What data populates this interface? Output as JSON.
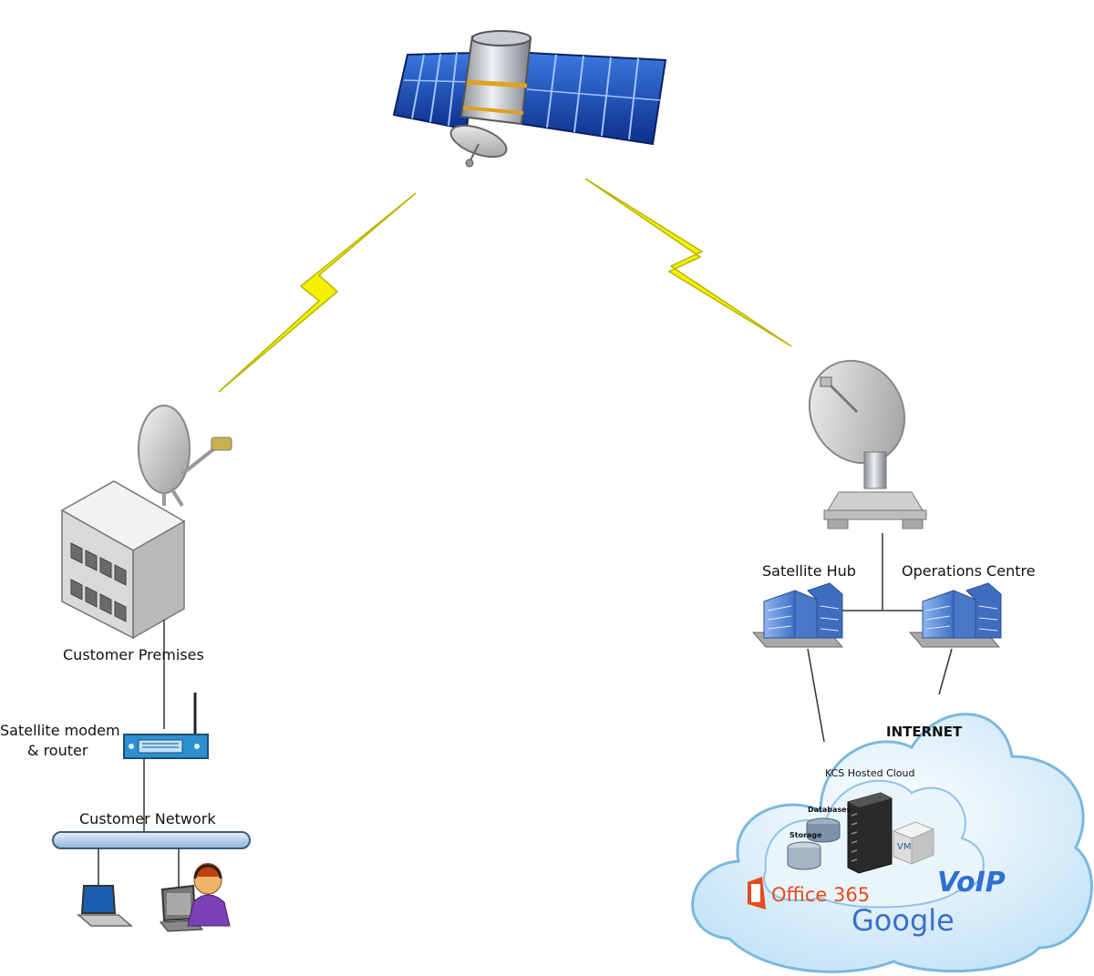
{
  "labels": {
    "customer_premises": "Customer Premises",
    "satellite_modem_line1": "Satellite modem",
    "satellite_modem_line2": "& router",
    "customer_network": "Customer Network",
    "satellite_hub": "Satellite Hub",
    "operations_centre": "Operations Centre",
    "internet": "INTERNET",
    "kcs_hosted_cloud": "KCS Hosted Cloud",
    "databases": "Databases",
    "storage": "Storage",
    "vm": "VM",
    "office365": "Office 365",
    "voip": "VoIP",
    "google": "Google"
  },
  "colors": {
    "lightning": "#f4f000",
    "cloud_fill": "#d4ecf9",
    "cloud_stroke": "#7ab8de",
    "building_blue": "#5b8ad8",
    "solar_panel": "#1f4fb8",
    "office_orange": "#e8491d",
    "voip_blue": "#2f6fd1"
  },
  "icons": [
    "satellite-icon",
    "satellite-dish-icon",
    "building-icon",
    "router-icon",
    "laptop-icon",
    "workstation-user-icon",
    "ground-station-antenna-icon",
    "office-building-icon",
    "cloud-icon",
    "server-rack-icon",
    "database-icon",
    "vm-box-icon"
  ]
}
